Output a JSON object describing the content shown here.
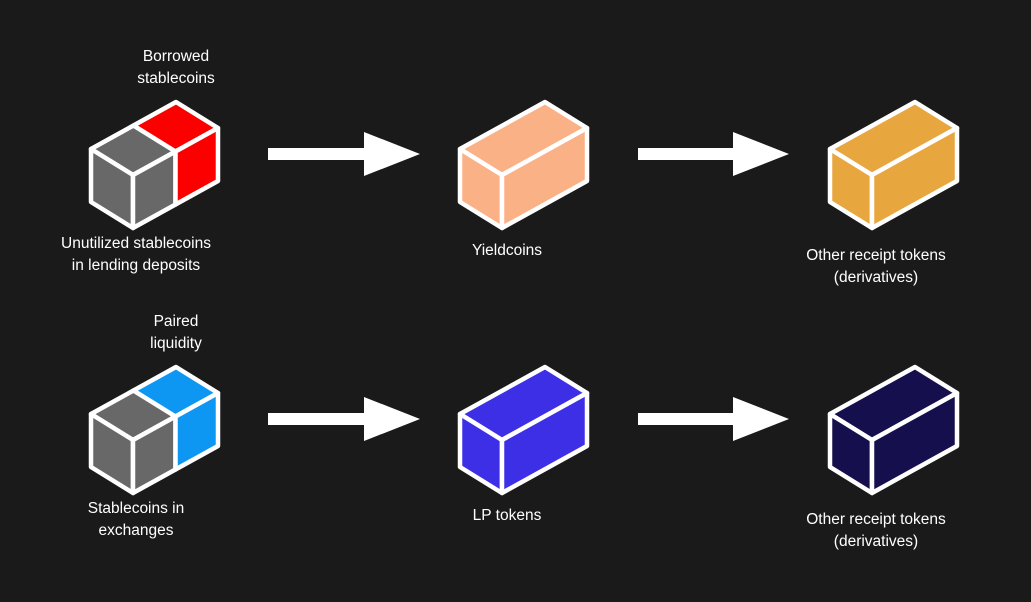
{
  "canvas": {
    "background": "#1a1a1a",
    "text_color": "#ffffff",
    "outline_color": "#ffffff",
    "arrow_color": "#ffffff"
  },
  "flows": [
    {
      "source": {
        "top_label": "Borrowed\nstablecoins",
        "bottom_label": "Unutilized stablecoins\nin lending deposits",
        "box": {
          "type": "split",
          "near_color": "#686868",
          "far_color": "#fc0000"
        }
      },
      "middle": {
        "label": "Yieldcoins",
        "box": {
          "type": "solid",
          "color": "#fab185"
        }
      },
      "target": {
        "label": "Other receipt tokens\n(derivatives)",
        "box": {
          "type": "solid",
          "color": "#e8a63f"
        }
      }
    },
    {
      "source": {
        "top_label": "Paired\nliquidity",
        "bottom_label": "Stablecoins in\nexchanges",
        "box": {
          "type": "split",
          "near_color": "#686868",
          "far_color": "#0e97f2"
        }
      },
      "middle": {
        "label": "LP tokens",
        "box": {
          "type": "solid",
          "color": "#3d2fe6"
        }
      },
      "target": {
        "label": "Other receipt tokens\n(derivatives)",
        "box": {
          "type": "solid",
          "color": "#15104d"
        }
      }
    }
  ]
}
